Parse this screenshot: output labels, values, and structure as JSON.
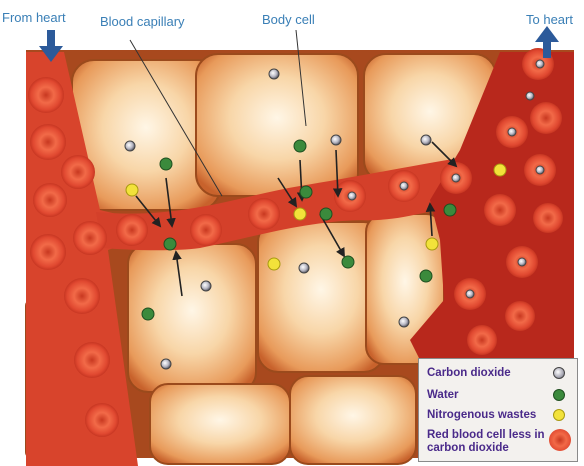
{
  "labels": {
    "from_heart": "From heart",
    "blood_capillary": "Blood capillary",
    "body_cell": "Body cell",
    "to_heart": "To heart"
  },
  "legend": {
    "carbon_dioxide": "Carbon dioxide",
    "water": "Water",
    "nitrogenous_wastes": "Nitrogenous wastes",
    "rbc_line1": "Red blood cell less in",
    "rbc_line2": "carbon dioxide"
  },
  "colors": {
    "vessel": "#d8442c",
    "vessel_deoxy": "#b8281c",
    "cell_fill": "#f4c89a",
    "cell_edge": "#9b4a1c",
    "rbc": "#e04b34",
    "co2": "#a8a8b4",
    "water": "#3b8a3c",
    "waste": "#f2e23a",
    "arrow_blue": "#2c5a9a",
    "label_blue": "#3a7fb6",
    "legend_text": "#4a2a8a"
  }
}
